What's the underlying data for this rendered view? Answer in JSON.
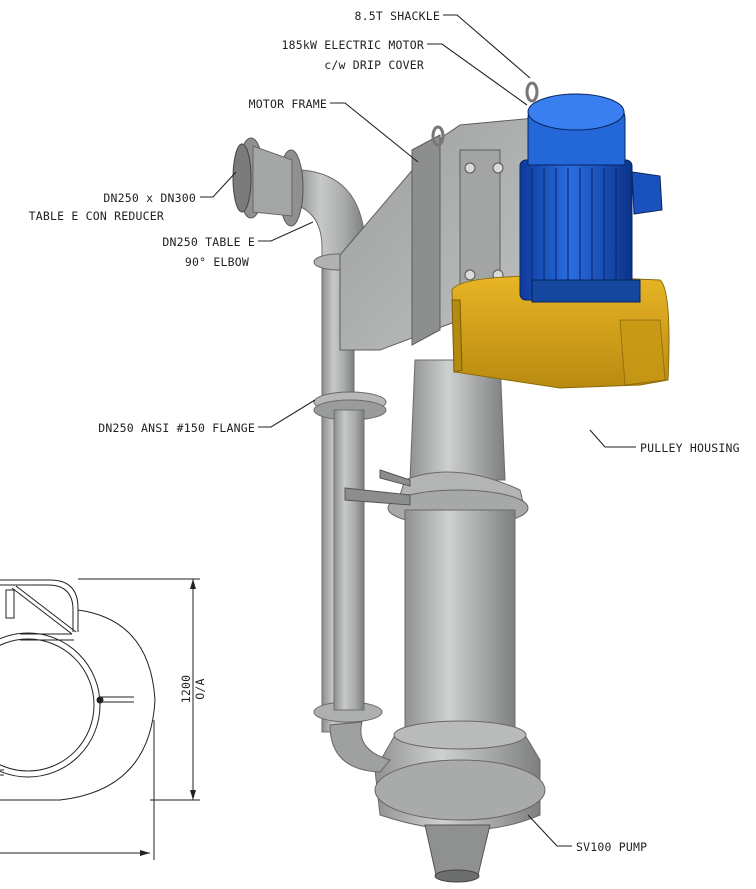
{
  "labels": {
    "shackle": "8.5T SHACKLE",
    "motor_line1": "185kW ELECTRIC MOTOR",
    "motor_line2": "c/w DRIP COVER",
    "motor_frame": "MOTOR FRAME",
    "reducer_line1": "DN250 x DN300",
    "reducer_line2": "TABLE E CON REDUCER",
    "elbow_line1": "DN250 TABLE E",
    "elbow_line2": "90° ELBOW",
    "flange": "DN250 ANSI #150 FLANGE",
    "pulley_housing": "PULLEY HOUSING",
    "pump": "SV100 PUMP"
  },
  "dimension": {
    "value": "1200",
    "note": "O/A"
  },
  "colors": {
    "motor": "#1f5fd0",
    "motor_dark": "#0e3a96",
    "pulley_housing": "#d9a318",
    "steel": "#b4b6b6",
    "steel_dark": "#8a8c8c"
  }
}
